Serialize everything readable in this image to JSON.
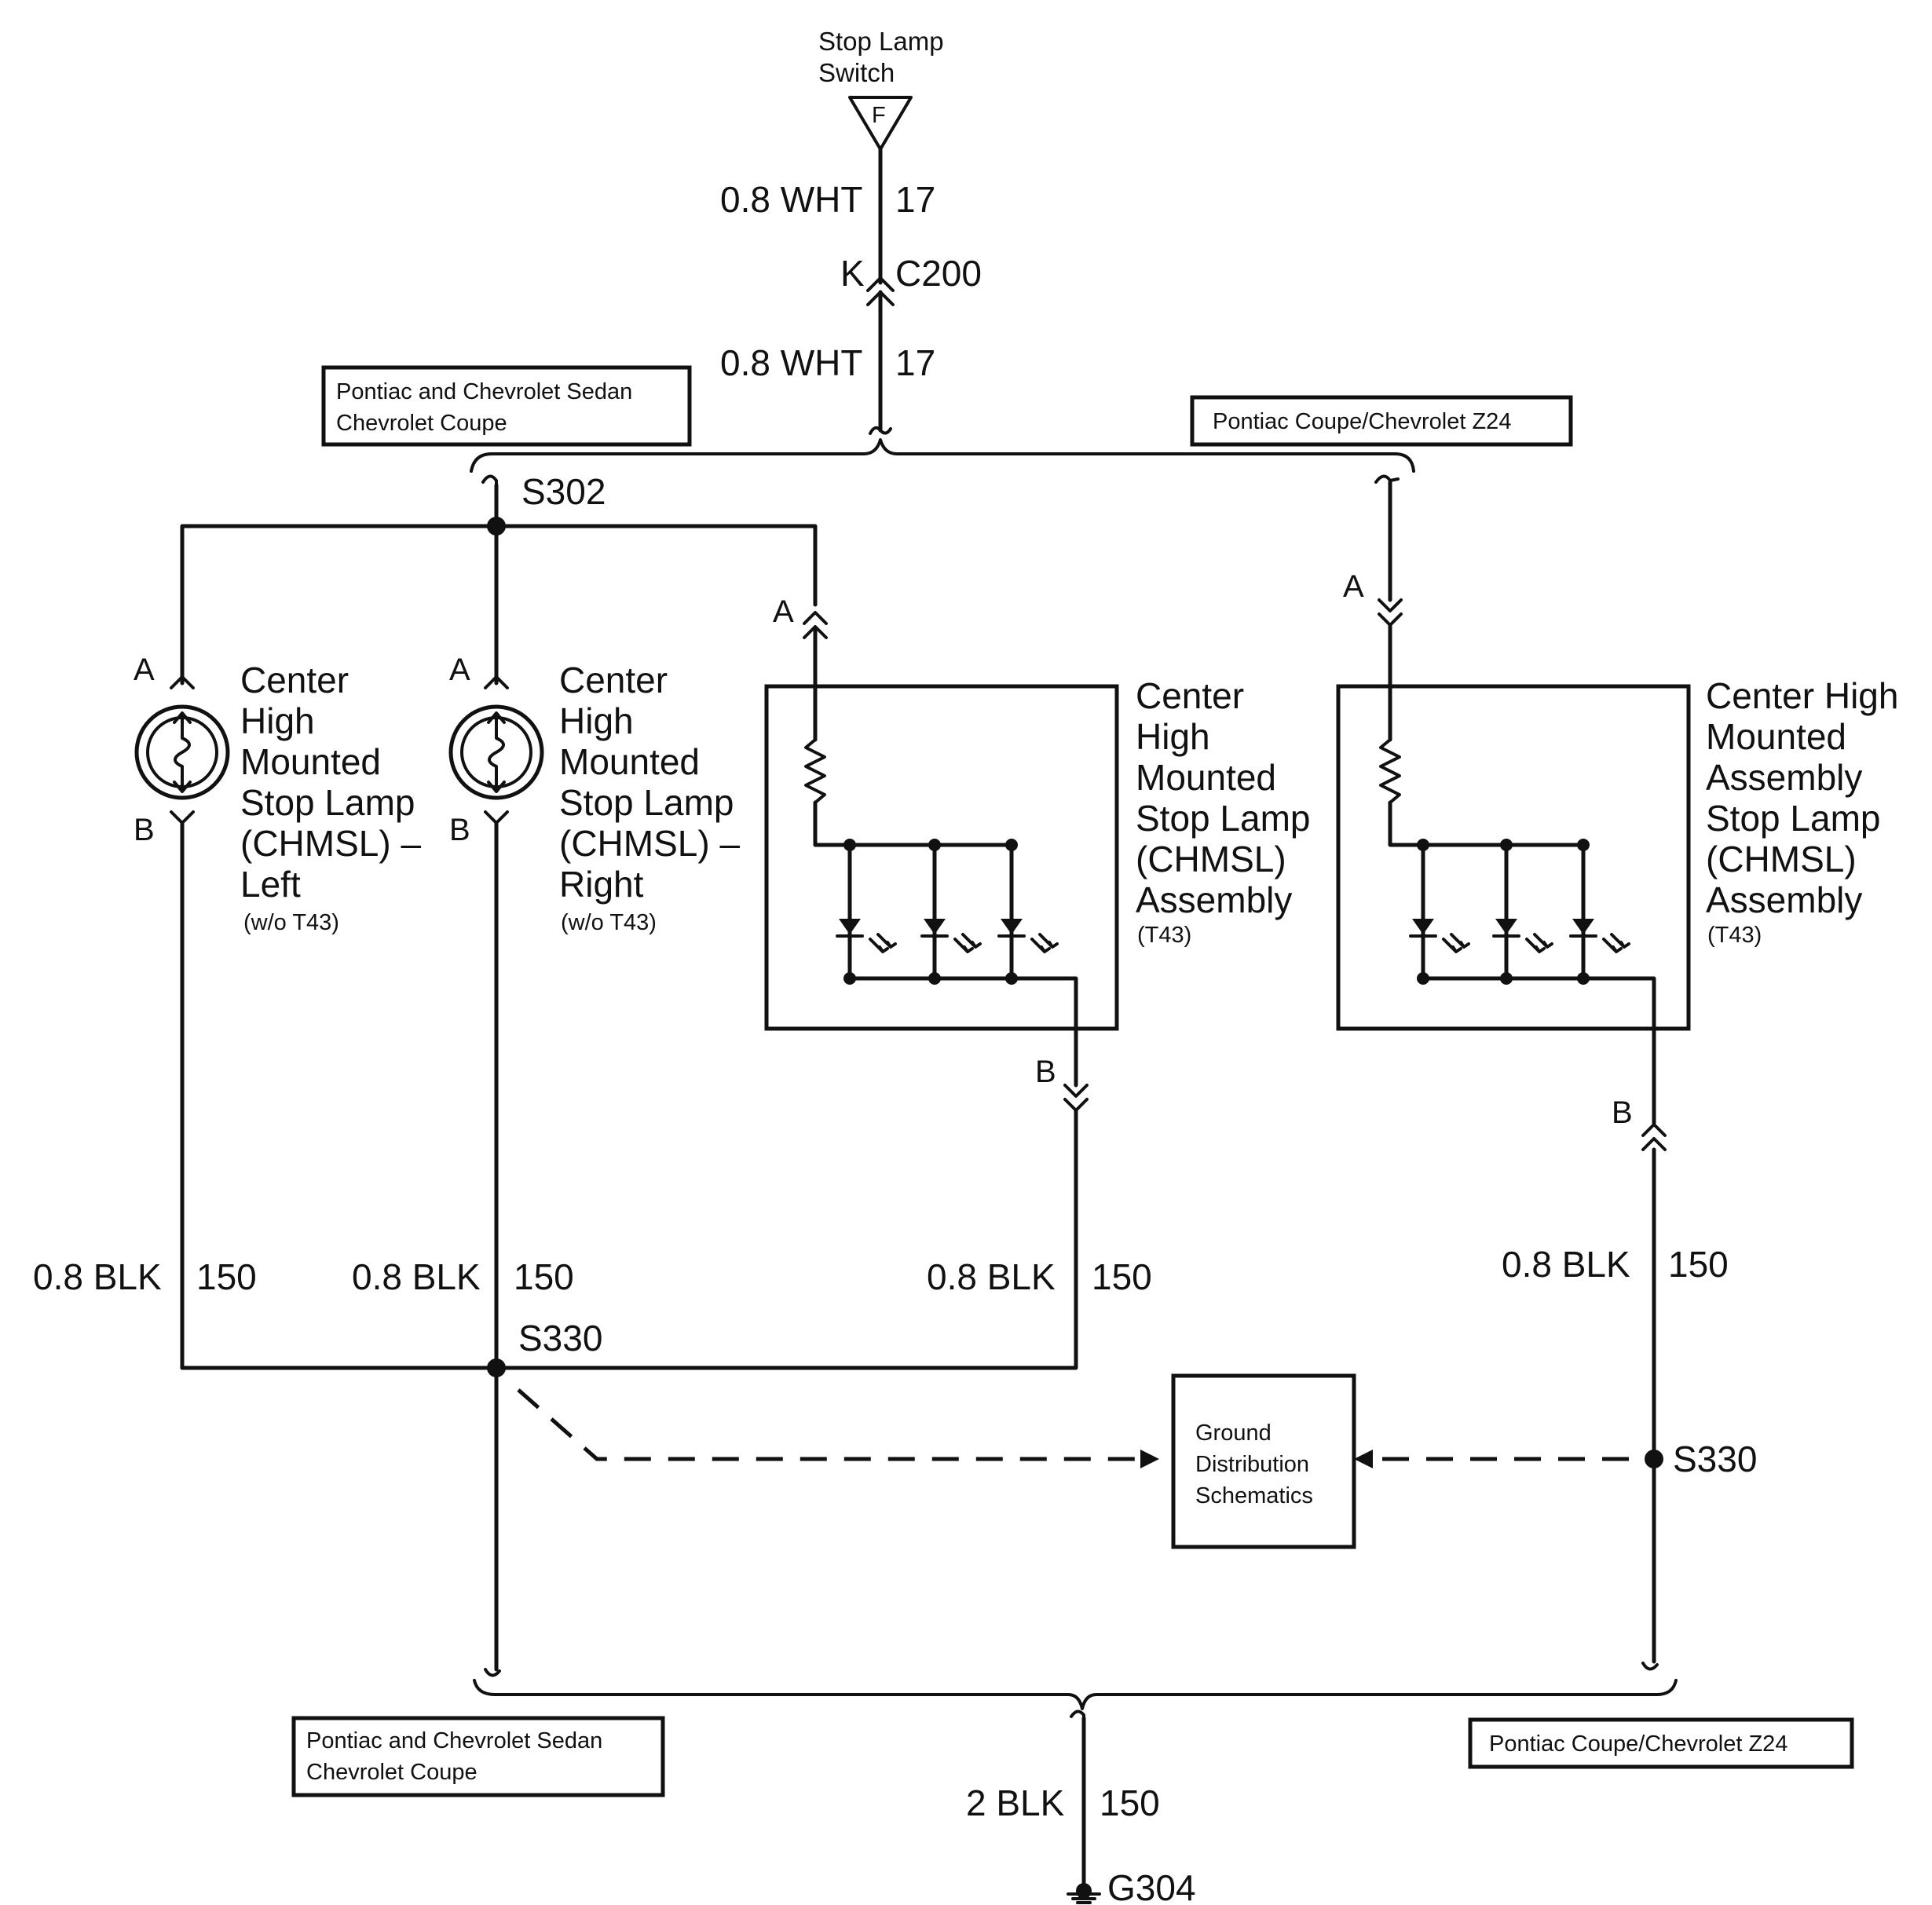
{
  "switch": {
    "line1": "Stop Lamp",
    "line2": "Switch",
    "terminal": "F"
  },
  "top_wire": {
    "upper": {
      "gauge": "0.8 WHT",
      "circuit": "17"
    },
    "connector": {
      "pin": "K",
      "name": "C200"
    },
    "lower": {
      "gauge": "0.8 WHT",
      "circuit": "17"
    }
  },
  "options_top": {
    "left": {
      "line1": "Pontiac and Chevrolet Sedan",
      "line2": "Chevrolet Coupe"
    },
    "right": {
      "line1": "Pontiac Coupe/Chevrolet Z24"
    }
  },
  "splices": {
    "top": "S302",
    "bottom_left": "S330",
    "bottom_right": "S330"
  },
  "pins": {
    "a": "A",
    "b": "B"
  },
  "lamps": {
    "left": {
      "lines": [
        "Center",
        "High",
        "Mounted",
        "Stop Lamp",
        "(CHMSL) –",
        "Left"
      ],
      "option": "(w/o T43)"
    },
    "right": {
      "lines": [
        "Center",
        "High",
        "Mounted",
        "Stop Lamp",
        "(CHMSL) –",
        "Right"
      ],
      "option": "(w/o T43)"
    },
    "assembly_center": {
      "lines": [
        "Center",
        "High",
        "Mounted",
        "Stop Lamp",
        "(CHMSL)",
        "Assembly"
      ],
      "option": "(T43)"
    },
    "assembly_right": {
      "lines": [
        "Center High",
        "Mounted",
        "Assembly",
        "Stop Lamp",
        "(CHMSL)",
        "Assembly"
      ],
      "option": "(T43)"
    }
  },
  "ground_wires": {
    "w1": {
      "gauge": "0.8 BLK",
      "circuit": "150"
    },
    "w2": {
      "gauge": "0.8 BLK",
      "circuit": "150"
    },
    "w3": {
      "gauge": "0.8 BLK",
      "circuit": "150"
    },
    "w4": {
      "gauge": "0.8 BLK",
      "circuit": "150"
    },
    "main": {
      "gauge": "2 BLK",
      "circuit": "150"
    }
  },
  "ground_ref": {
    "lines": [
      "Ground",
      "Distribution",
      "Schematics"
    ]
  },
  "options_bottom": {
    "left": {
      "line1": "Pontiac and Chevrolet Sedan",
      "line2": "Chevrolet Coupe"
    },
    "right": {
      "line1": "Pontiac Coupe/Chevrolet Z24"
    }
  },
  "ground": {
    "name": "G304"
  }
}
